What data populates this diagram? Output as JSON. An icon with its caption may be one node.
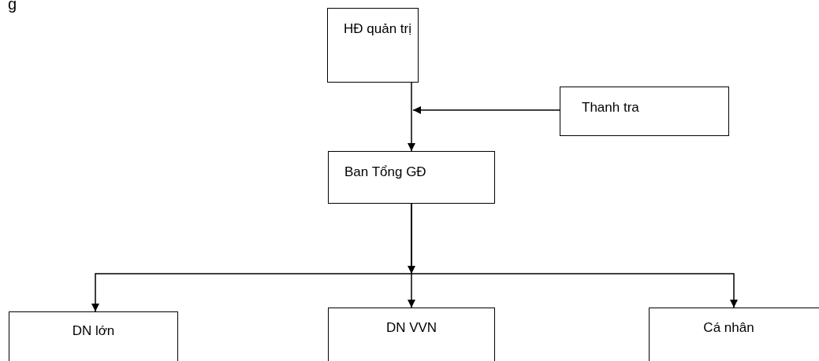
{
  "diagram": {
    "nodes": [
      {
        "text": [
          "HĐ quản trị"
        ]
      },
      {
        "text": [
          "Thanh tra"
        ]
      },
      {
        "text": [
          "Ban Tổng GĐ"
        ]
      },
      {
        "text": [
          "DN lớn"
        ]
      },
      {
        "text": [
          "DN VVN"
        ]
      },
      {
        "text": [
          "Cá nhân"
        ]
      }
    ],
    "edges": [
      {
        "from": 0,
        "to": 2,
        "arrow": "to"
      },
      {
        "from": 1,
        "to": null,
        "arrow": "to"
      },
      {
        "from": 2,
        "to": 3,
        "arrow": "to"
      },
      {
        "from": 2,
        "to": 4,
        "arrow": "to"
      },
      {
        "from": 2,
        "to": 5,
        "arrow": "to"
      }
    ],
    "labels": [
      "g"
    ]
  }
}
